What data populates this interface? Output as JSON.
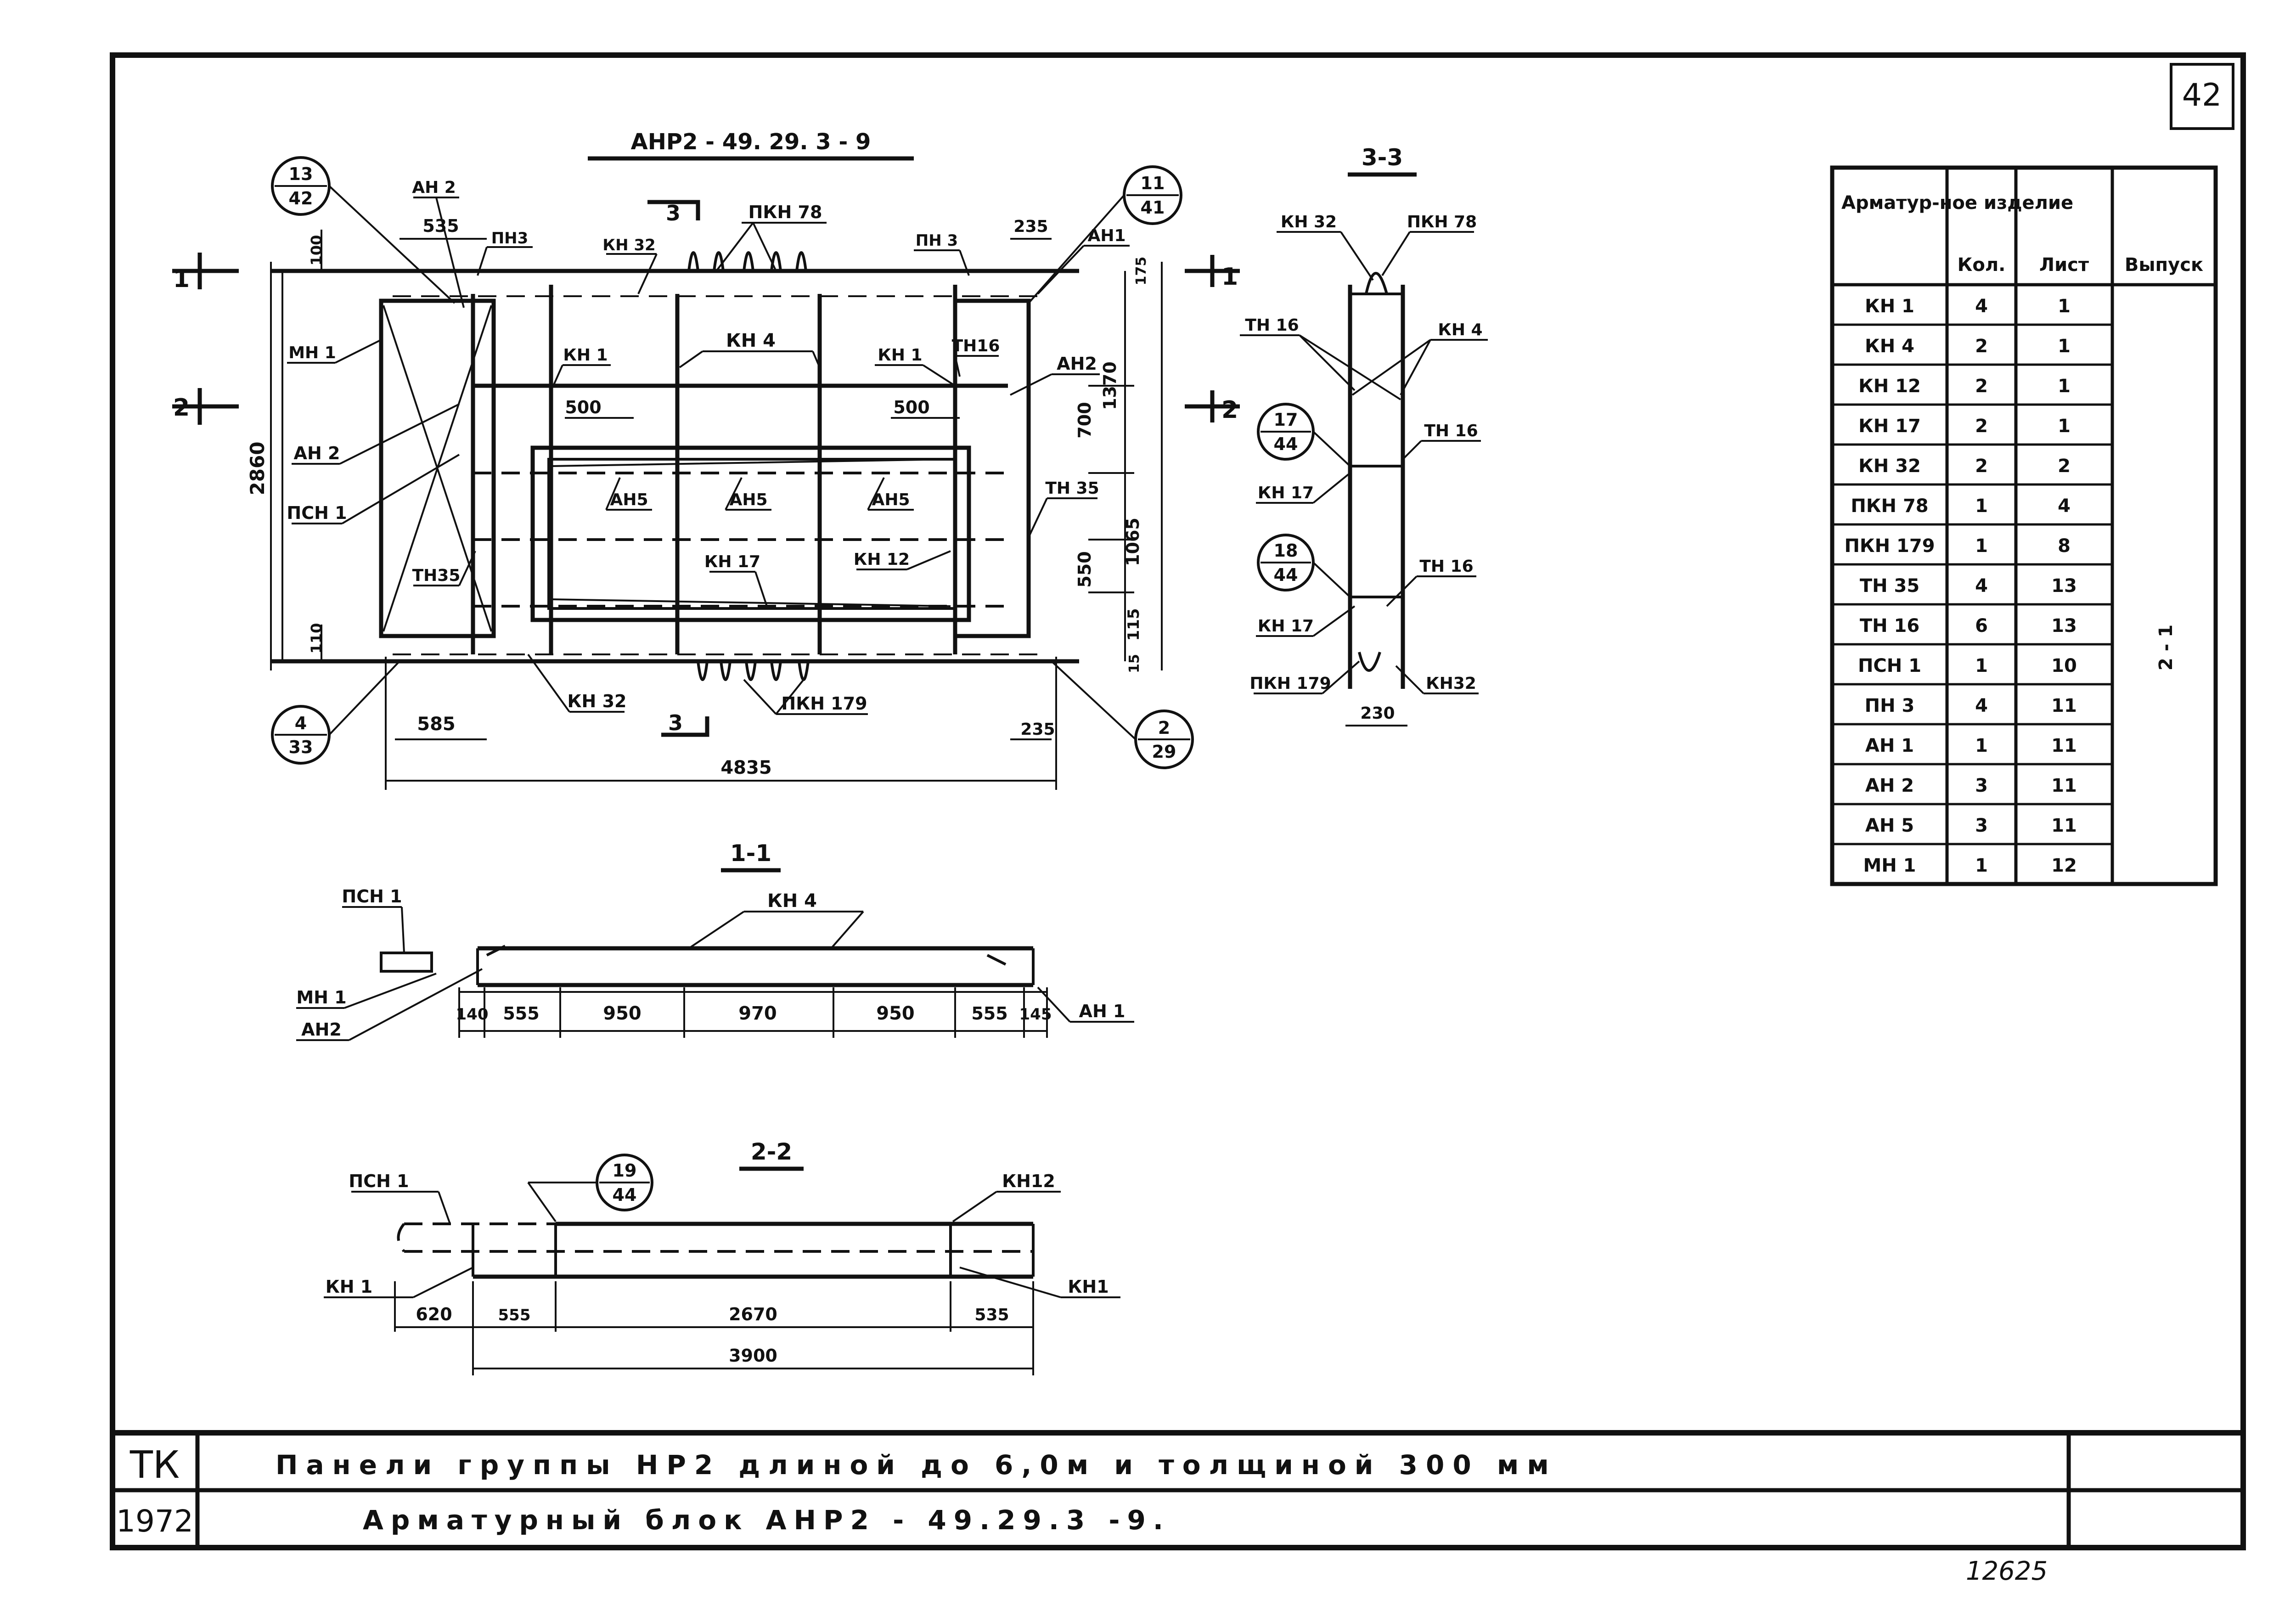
{
  "sheet_number": "42",
  "stamp_number": "12625",
  "main_view": {
    "title": "АНР2 - 49. 29. 3 - 9",
    "callouts": [
      {
        "top": "13",
        "bottom": "42"
      },
      {
        "top": "11",
        "bottom": "41"
      },
      {
        "top": "4",
        "bottom": "33"
      },
      {
        "top": "2",
        "bottom": "29"
      }
    ],
    "labels": {
      "ah2_top": "АН 2",
      "ph3_a": "ПН3",
      "kh32_top": "КН 32",
      "pkh78": "ПКН 78",
      "ph3_b": "ПН 3",
      "ah1_top": "АН1",
      "mh1": "МН 1",
      "kh1_a": "КН 1",
      "kh4": "КН 4",
      "kh1_b": "КН 1",
      "th16": "ТН16",
      "ah2_right": "АН2",
      "ah2_left": "АН 2",
      "pch1": "ПСН 1",
      "ah5_a": "АН5",
      "ah5_b": "АН5",
      "ah5_c": "АН5",
      "th35_right": "ТН 35",
      "th35_left": "ТН35",
      "kh17": "КН 17",
      "kh12": "КН 12",
      "kh32_bottom": "КН 32",
      "pkh179": "ПКН 179"
    },
    "section_marks": {
      "s1": "1",
      "s2": "2",
      "s3": "3"
    },
    "dims": {
      "d535": "535",
      "d100": "100",
      "d235_top": "235",
      "d175": "175",
      "d500_a": "500",
      "d500_b": "500",
      "d2860": "2860",
      "d1370": "1370",
      "d700": "700",
      "d1065": "1065",
      "d550": "550",
      "d115": "115",
      "d15": "15",
      "d110": "110",
      "d585": "585",
      "d235_bottom": "235",
      "d4835": "4835"
    }
  },
  "section_33": {
    "title": "3-3",
    "callouts": [
      {
        "top": "17",
        "bottom": "44"
      },
      {
        "top": "18",
        "bottom": "44"
      }
    ],
    "labels": {
      "kh32": "КН 32",
      "pkh78": "ПКН 78",
      "th16_a": "ТН 16",
      "kh4": "КН 4",
      "th16_b": "ТН 16",
      "kh17_a": "КН 17",
      "th16_c": "ТН 16",
      "kh17_b": "КН 17",
      "pkh179": "ПКН 179",
      "kh32_b": "КН32"
    },
    "dims": {
      "d230": "230"
    }
  },
  "section_11": {
    "title": "1-1",
    "labels": {
      "pch1": "ПСН 1",
      "kh4": "КН 4",
      "mh1": "МН 1",
      "ah2": "АН2",
      "ah1": "АН 1"
    },
    "dims": [
      "140",
      "555",
      "950",
      "970",
      "950",
      "555",
      "145"
    ]
  },
  "section_22": {
    "title": "2-2",
    "callout": {
      "top": "19",
      "bottom": "44"
    },
    "labels": {
      "pch1": "ПСН 1",
      "kh12": "КН12",
      "kh1_left": "КН 1",
      "kh1_right": "КН1"
    },
    "dims": {
      "d620": "620",
      "d555": "555",
      "d2670": "2670",
      "d535": "535",
      "d3900": "3900"
    }
  },
  "spec_table": {
    "headers": [
      "Арматур-ное изделие",
      "Кол.",
      "Лист",
      "Выпуск"
    ],
    "rows": [
      [
        "КН 1",
        "4",
        "1"
      ],
      [
        "КН 4",
        "2",
        "1"
      ],
      [
        "КН 12",
        "2",
        "1"
      ],
      [
        "КН 17",
        "2",
        "1"
      ],
      [
        "КН 32",
        "2",
        "2"
      ],
      [
        "ПКН 78",
        "1",
        "4"
      ],
      [
        "ПКН 179",
        "1",
        "8"
      ],
      [
        "ТН 35",
        "4",
        "13"
      ],
      [
        "ТН 16",
        "6",
        "13"
      ],
      [
        "ПСН 1",
        "1",
        "10"
      ],
      [
        "ПН 3",
        "4",
        "11"
      ],
      [
        "АН 1",
        "1",
        "11"
      ],
      [
        "АН 2",
        "3",
        "11"
      ],
      [
        "АН 5",
        "3",
        "11"
      ],
      [
        "МН 1",
        "1",
        "12"
      ]
    ],
    "issue": "2 - 1"
  },
  "title_block": {
    "code": "ТК",
    "year": "1972",
    "line1": "Панели группы НР2 длиной до 6,0м и толщиной 300 мм",
    "line2": "Арматурный блок АНР2 - 49.29.3 -9."
  }
}
